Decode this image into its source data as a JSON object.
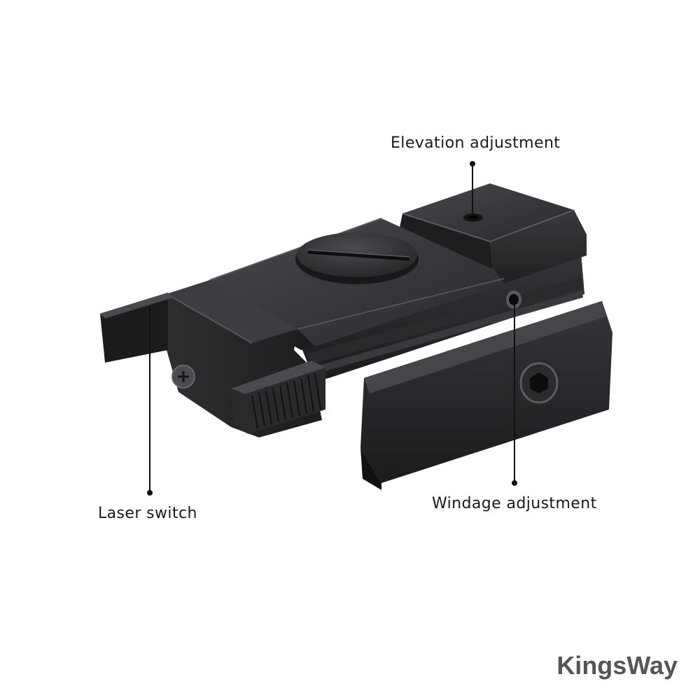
{
  "callouts": {
    "elevation": "Elevation adjustment",
    "windage": "Windage adjustment",
    "switch": "Laser switch"
  },
  "brand": "KingsWay",
  "colors": {
    "background": "#ffffff",
    "body_dark": "#1f1f21",
    "body_mid": "#2c2c2f",
    "body_light": "#3b3b3f",
    "edge_highlight": "#5a5a60",
    "label_text": "#1a1a1a",
    "brand_text": "#555555",
    "leader_line": "#111111"
  },
  "icons": [
    "slotted-dial-icon",
    "hex-socket-screw-icon",
    "phillips-screw-icon",
    "adjustment-hole-icon",
    "knurled-switch-icon"
  ]
}
